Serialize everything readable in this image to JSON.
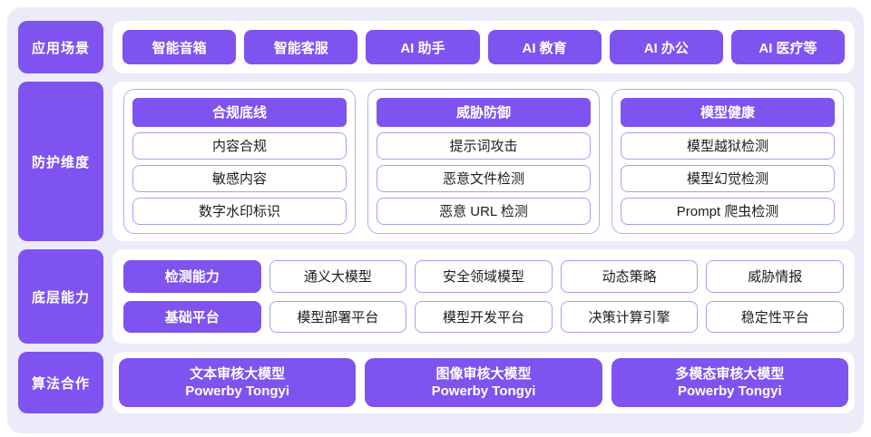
{
  "colors": {
    "accent_purple": "#7E53F0",
    "panel_background": "#ECEBFA",
    "item_border": "#9EA5F4",
    "group_border": "#ACB2F7",
    "text_dark": "#1D1D21",
    "text_on_purple": "#FFFFFF"
  },
  "rows": {
    "scenarios": {
      "label": "应用场景",
      "buttons": [
        "智能音箱",
        "智能客服",
        "AI 助手",
        "AI 教育",
        "AI 办公",
        "AI 医疗等"
      ]
    },
    "protection": {
      "label": "防护维度",
      "groups": [
        {
          "header": "合规底线",
          "items": [
            "内容合规",
            "敏感内容",
            "数字水印标识"
          ]
        },
        {
          "header": "威胁防御",
          "items": [
            "提示词攻击",
            "恶意文件检测",
            "恶意 URL 检测"
          ]
        },
        {
          "header": "模型健康",
          "items": [
            "模型越狱检测",
            "模型幻觉检测",
            "Prompt 爬虫检测"
          ]
        }
      ]
    },
    "capabilities": {
      "label": "底层能力",
      "grid_rows": [
        {
          "tag": "检测能力",
          "items": [
            "通义大模型",
            "安全领域模型",
            "动态策略",
            "威胁情报"
          ]
        },
        {
          "tag": "基础平台",
          "items": [
            "模型部署平台",
            "模型开发平台",
            "决策计算引擎",
            "稳定性平台"
          ]
        }
      ]
    },
    "algorithms": {
      "label": "算法合作",
      "models": [
        {
          "title": "文本审核大模型",
          "subtitle": "Powerby Tongyi"
        },
        {
          "title": "图像审核大模型",
          "subtitle": "Powerby Tongyi"
        },
        {
          "title": "多模态审核大模型",
          "subtitle": "Powerby Tongyi"
        }
      ]
    }
  }
}
